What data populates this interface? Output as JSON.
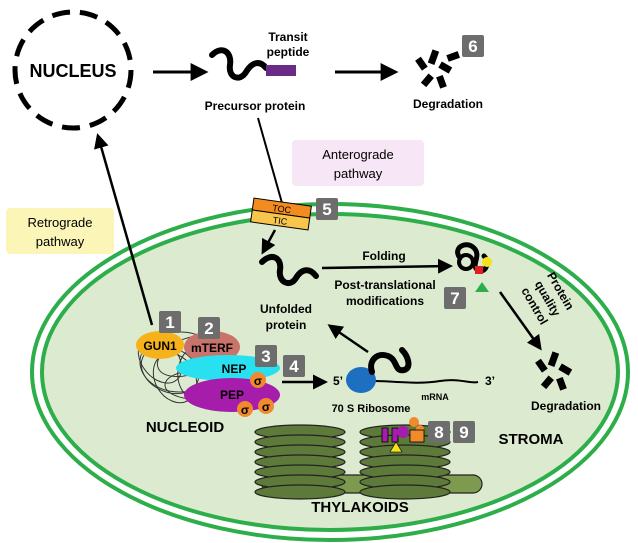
{
  "labels": {
    "nucleus": "NUCLEUS",
    "transit": "Transit",
    "peptide": "peptide",
    "precursor": "Precursor protein",
    "degradation_top": "Degradation",
    "anterograde_1": "Anterograde",
    "anterograde_2": "pathway",
    "retrograde_1": "Retrograde",
    "retrograde_2": "pathway",
    "toc": "TOC",
    "tic": "TIC",
    "folding": "Folding",
    "post_trans_1": "Post-translational",
    "post_trans_2": "modifications",
    "unfolded_1": "Unfolded",
    "unfolded_2": "protein",
    "pqc_1": "Protein",
    "pqc_2": "quality",
    "pqc_3": "control",
    "degradation_stroma": "Degradation",
    "gun1": "GUN1",
    "mterf": "mTERF",
    "nep": "NEP",
    "pep": "PEP",
    "sigma": "σ",
    "nucleoid": "NUCLEOID",
    "five_prime": "5’",
    "three_prime": "3’",
    "mrna": "mRNA",
    "ribosome": "70 S Ribosome",
    "stroma": "STROMA",
    "thylakoids": "THYLAKOIDS"
  },
  "steps": [
    "1",
    "2",
    "3",
    "4",
    "5",
    "6",
    "7",
    "8",
    "9"
  ],
  "colors": {
    "chloroplast_outer": "#2EAE4A",
    "stroma_fill": "#DCEBD0",
    "thylakoid_fill": "#5E7A3A",
    "badge": "#6D6D6D",
    "gun1": "#F5B21A",
    "mterf": "#C9736A",
    "nep": "#29E0F0",
    "pep": "#A51DAA",
    "sigma": "#F08A2C",
    "ribosome": "#1F6FC1",
    "transit_peptide": "#6A2B86",
    "toc": "#F28C1E",
    "tic": "#F7C64A",
    "anterograde_box": "#F7E6F6",
    "retrograde_box": "#FBF6B8"
  }
}
